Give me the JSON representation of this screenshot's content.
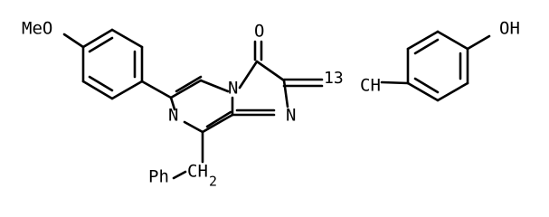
{
  "diagram": {
    "labels": {
      "methoxy": "MeO",
      "hydroxy": "OH",
      "carbonyl_o": "O",
      "bridge_n": "N",
      "ring_n_right": "N",
      "ring_n_left": "N",
      "isotope_13": "13",
      "methylidene": "CH",
      "phenyl": "Ph",
      "benzylic_ch": "CH",
      "ch_sub_2": "2"
    }
  }
}
